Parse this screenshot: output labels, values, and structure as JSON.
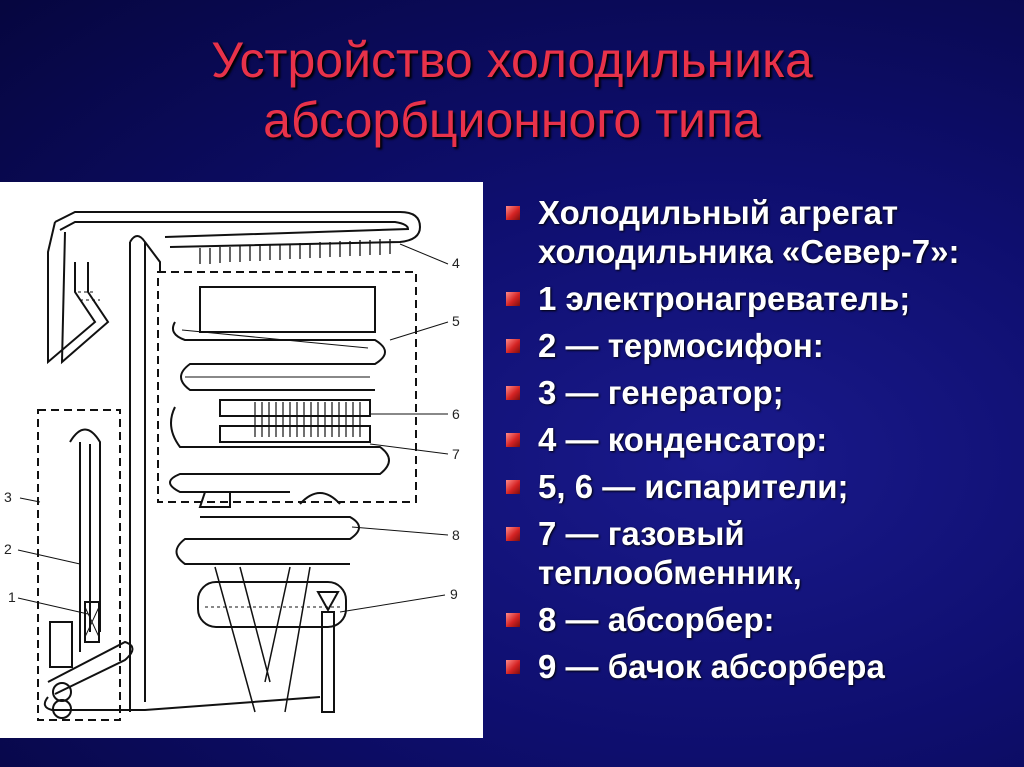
{
  "title": {
    "line1": "Устройство холодильника",
    "line2": "абсорбционного типа"
  },
  "diagram": {
    "labels": [
      "1",
      "2",
      "3",
      "4",
      "5",
      "6",
      "7",
      "8",
      "9"
    ]
  },
  "bullets": [
    "Холодильный агрегат холодильника «Север-7»:",
    "1 электронагреватель;",
    "2 — термосифон:",
    "3 — генератор;",
    "4 — конденсатор:",
    "5, 6 — испарители;",
    "7 — газовый теплообменник,",
    "8 — абсорбер:",
    "9 — бачок абсорбера"
  ],
  "colors": {
    "title": "#e8324a",
    "bullet_mark": "#d42323",
    "text": "#ffffff",
    "background": "#0e0e6e"
  }
}
